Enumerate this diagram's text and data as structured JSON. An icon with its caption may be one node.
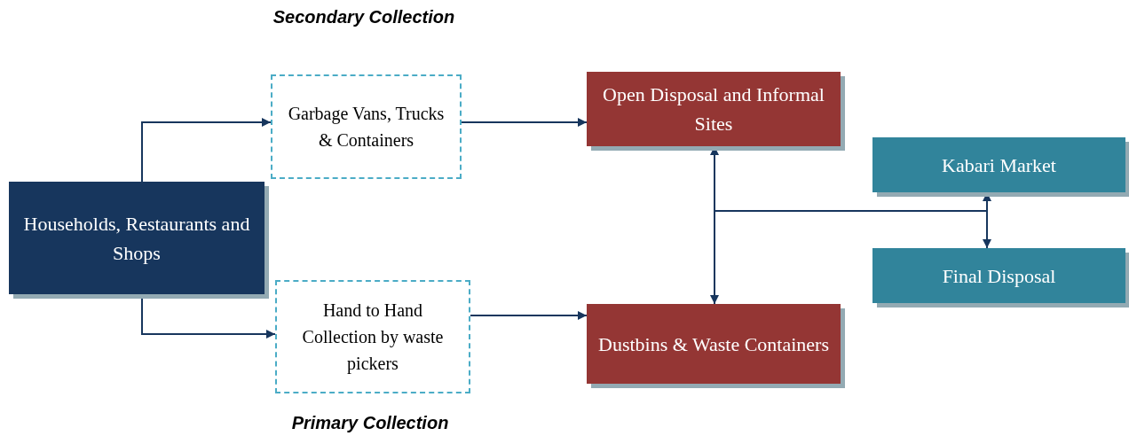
{
  "diagram": {
    "nodes": [
      {
        "text": [
          "Households, Restaurants and Shops"
        ]
      },
      {
        "text": [
          "Garbage Vans, Trucks & Containers"
        ]
      },
      {
        "text": [
          "Hand to Hand Collection by waste pickers"
        ]
      },
      {
        "text": [
          "Open Disposal and Informal Sites"
        ]
      },
      {
        "text": [
          "Dustbins & Waste Containers"
        ]
      },
      {
        "text": [
          "Kabari Market"
        ]
      },
      {
        "text": [
          "Final Disposal"
        ]
      }
    ],
    "edges": [
      {
        "from": 0,
        "to": 1,
        "arrow": "to"
      },
      {
        "from": 0,
        "to": 2,
        "arrow": "to"
      },
      {
        "from": 1,
        "to": 3,
        "arrow": "to"
      },
      {
        "from": 2,
        "to": 4,
        "arrow": "to"
      },
      {
        "from": 4,
        "to": 3,
        "arrow": "both"
      },
      {
        "from": 4,
        "to": 5,
        "arrow": "to"
      },
      {
        "from": 4,
        "to": 6,
        "arrow": "to"
      }
    ],
    "labels": [
      "Secondary Collection",
      "Primary Collection"
    ]
  }
}
